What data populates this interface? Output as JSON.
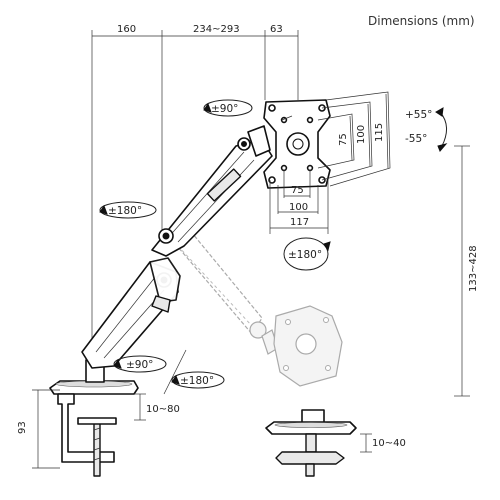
{
  "title": "Dimensions (mm)",
  "top_dims": {
    "arm_reach": "160",
    "arm_extension": "234~293",
    "head_offset": "63"
  },
  "vesa_dims": {
    "horizontal": [
      "75",
      "100",
      "117"
    ],
    "vertical": [
      "75",
      "100",
      "115"
    ]
  },
  "height_range": "133~428",
  "clamp_height": "93",
  "clamp_thickness": "10~80",
  "grommet_thickness": "10~40",
  "rotations": {
    "head_swivel": "±90°",
    "elbow_swivel": "±180°",
    "screen_rotation": "±180°",
    "base_swivel": "±90°",
    "arm_swivel": "±180°"
  },
  "tilt": {
    "up": "+55°",
    "down": "-55°"
  }
}
